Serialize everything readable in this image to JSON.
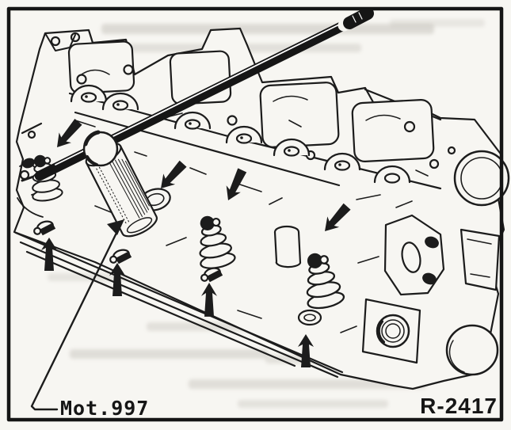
{
  "figure": {
    "type": "technical line illustration (scanned workshop manual)",
    "subject": "cylinder head with socket tool fitted on a valve lifter stud; arrows mark the lifter positions",
    "tool_label": "Mot.997",
    "reference_code": "R-2417",
    "arrows": {
      "down_pointing": 4,
      "up_pointing": 4
    },
    "colors": {
      "ink": "#1c1c1c",
      "paper": "#f7f6f2",
      "bleed_through": "#b3afa7"
    }
  }
}
